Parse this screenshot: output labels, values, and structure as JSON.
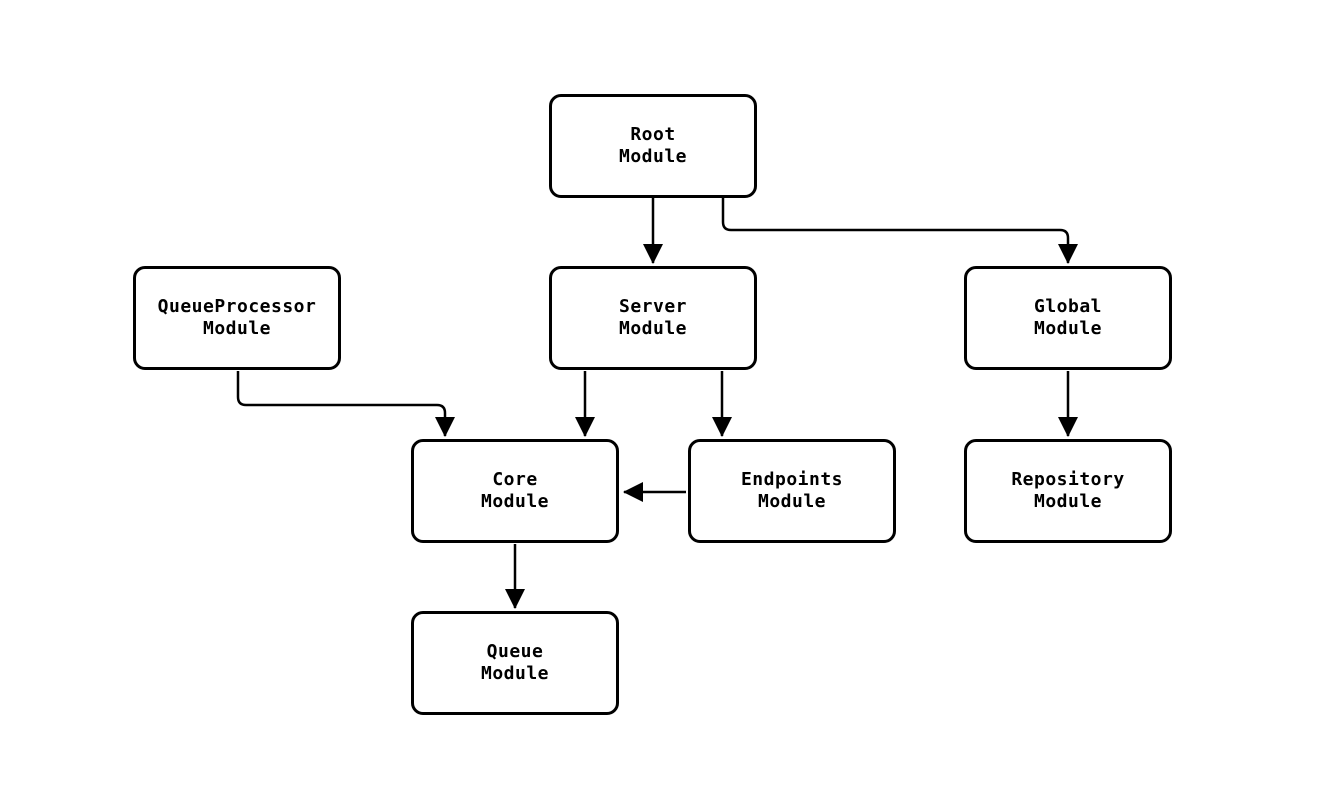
{
  "diagram": {
    "type": "flowchart",
    "direction": "top-down",
    "colors": {
      "background": "#ffffff",
      "node_fill": "#ffffff",
      "node_border": "#000000",
      "edge": "#000000",
      "text": "#000000"
    },
    "nodes": {
      "root": {
        "title": "Root",
        "subtitle": "Module"
      },
      "queueprocessor": {
        "title": "QueueProcessor",
        "subtitle": "Module"
      },
      "server": {
        "title": "Server",
        "subtitle": "Module"
      },
      "global": {
        "title": "Global",
        "subtitle": "Module"
      },
      "core": {
        "title": "Core",
        "subtitle": "Module"
      },
      "endpoints": {
        "title": "Endpoints",
        "subtitle": "Module"
      },
      "repository": {
        "title": "Repository",
        "subtitle": "Module"
      },
      "queue": {
        "title": "Queue",
        "subtitle": "Module"
      }
    },
    "edges": [
      {
        "from": "root",
        "to": "server"
      },
      {
        "from": "root",
        "to": "global"
      },
      {
        "from": "queueprocessor",
        "to": "core"
      },
      {
        "from": "server",
        "to": "core"
      },
      {
        "from": "server",
        "to": "endpoints"
      },
      {
        "from": "endpoints",
        "to": "core"
      },
      {
        "from": "core",
        "to": "queue"
      },
      {
        "from": "global",
        "to": "repository"
      }
    ]
  }
}
